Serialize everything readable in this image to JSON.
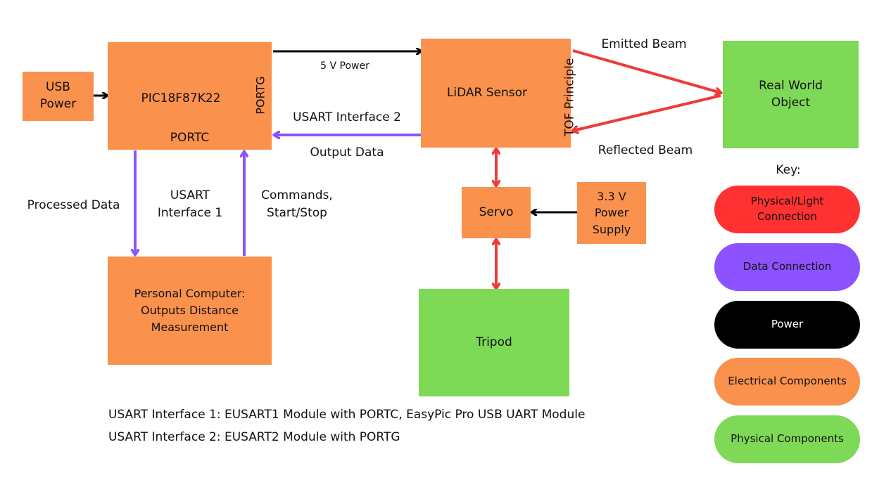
{
  "components": {
    "usb_power": "USB\nPower",
    "pic": "PIC18F87K22",
    "portc": "PORTC",
    "portg": "PORTG",
    "lidar": "LiDAR Sensor",
    "tof": "TOF Principle",
    "real_world": "Real World\nObject",
    "servo": "Servo",
    "power_supply": "3.3 V\nPower\nSupply",
    "computer": "Personal Computer:\nOutputs Distance\nMeasurement",
    "tripod": "Tripod"
  },
  "connections": {
    "five_v_power": "5 V Power",
    "emitted_beam": "Emitted Beam",
    "reflected_beam": "Reflected Beam",
    "usart2": "USART Interface 2",
    "output_data": "Output Data",
    "processed_data": "Processed Data",
    "usart1": "USART\nInterface 1",
    "commands": "Commands,\nStart/Stop"
  },
  "notes": [
    "USART Interface 1: EUSART1 Module with PORTC, EasyPic Pro USB UART Module",
    "USART Interface 2: EUSART2 Module with PORTG"
  ],
  "key": {
    "title": "Key:",
    "items": [
      {
        "label": "Physical/Light\nConnection",
        "color": "#FF3131",
        "text_color": "#111111"
      },
      {
        "label": "Data Connection",
        "color": "#8C52FF",
        "text_color": "#111111"
      },
      {
        "label": "Power",
        "color": "#000000",
        "text_color": "#ffffff"
      },
      {
        "label": "Electrical Components",
        "color": "#FA914D",
        "text_color": "#111111"
      },
      {
        "label": "Physical Components",
        "color": "#7ED957",
        "text_color": "#111111"
      }
    ]
  },
  "colors": {
    "electrical": "#FA914D",
    "physical": "#7ED957",
    "light": "#F03A3A",
    "data": "#8C52FF",
    "power": "#000000"
  }
}
